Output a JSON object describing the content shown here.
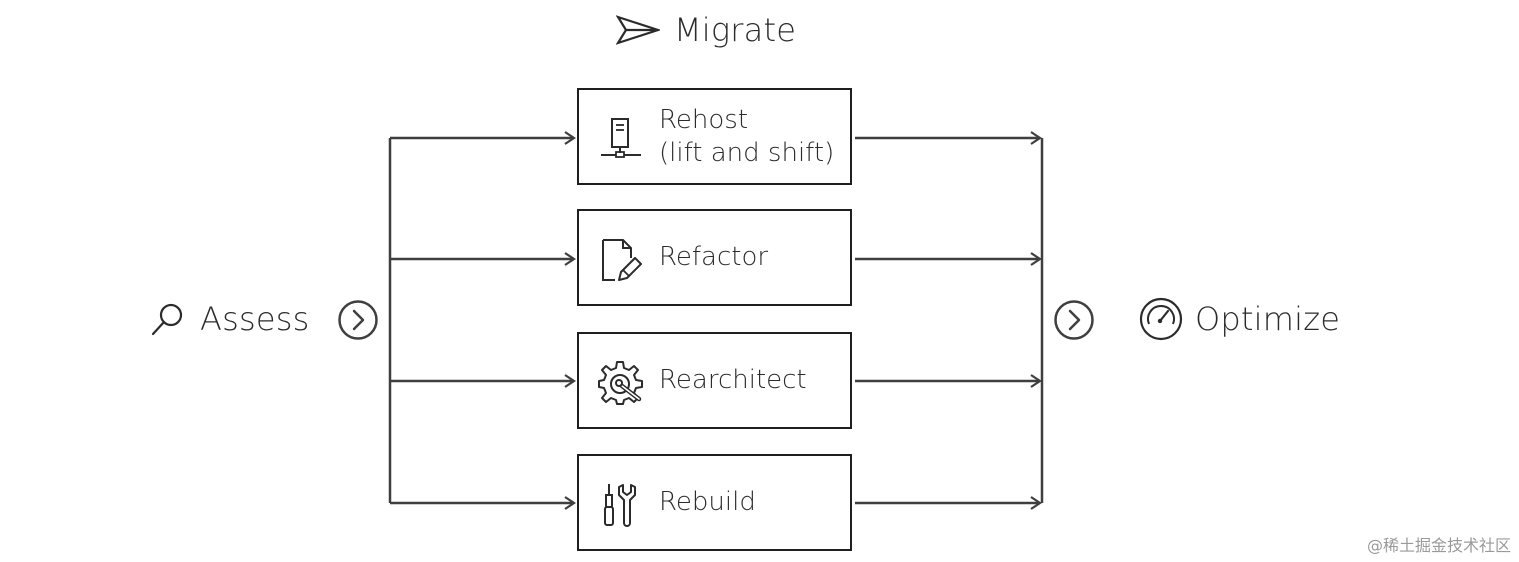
{
  "diagram": {
    "title": "Migrate",
    "start_stage": "Assess",
    "end_stage": "Optimize",
    "title_icon": "paper-plane-icon",
    "start_icon": "search-icon",
    "end_icon": "gauge-icon",
    "flow_icon": "chevron-right-circle-icon",
    "options": [
      {
        "label_line1": "Rehost",
        "label_line2": "(lift and shift)",
        "icon": "server-icon"
      },
      {
        "label_line1": "Refactor",
        "label_line2": "",
        "icon": "document-edit-icon"
      },
      {
        "label_line1": "Rearchitect",
        "label_line2": "",
        "icon": "gear-wrench-icon"
      },
      {
        "label_line1": "Rebuild",
        "label_line2": "",
        "icon": "tools-icon"
      }
    ],
    "colors": {
      "line": "#3f3f3f",
      "box_border": "#1f1f1f",
      "text": "#2b2b2b"
    }
  },
  "watermark": "@稀土掘金技术社区"
}
